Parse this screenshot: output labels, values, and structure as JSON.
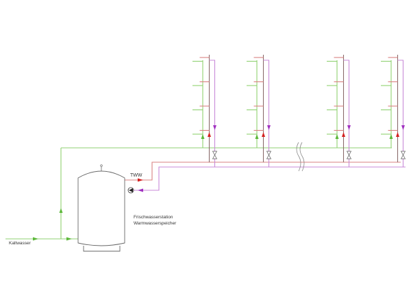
{
  "labels": {
    "cold_water": "Kaltwasser",
    "hot_water": "TWW",
    "station_line1": "Frischwasserstation",
    "station_line2": "Warmwasserspeicher"
  },
  "colors": {
    "cold": "#8fd070",
    "hot": "#d98080",
    "circulation": "#c98ad8",
    "arrow_cold": "#5cb83a",
    "arrow_hot": "#d42020",
    "arrow_circ": "#a030c0",
    "tank": "#666666",
    "riser_dark": "#8a6a6a"
  },
  "risers": [
    {
      "name": "riser-1"
    },
    {
      "name": "riser-2"
    },
    {
      "name": "riser-3"
    },
    {
      "name": "riser-4"
    }
  ],
  "floors_per_riser": 4
}
